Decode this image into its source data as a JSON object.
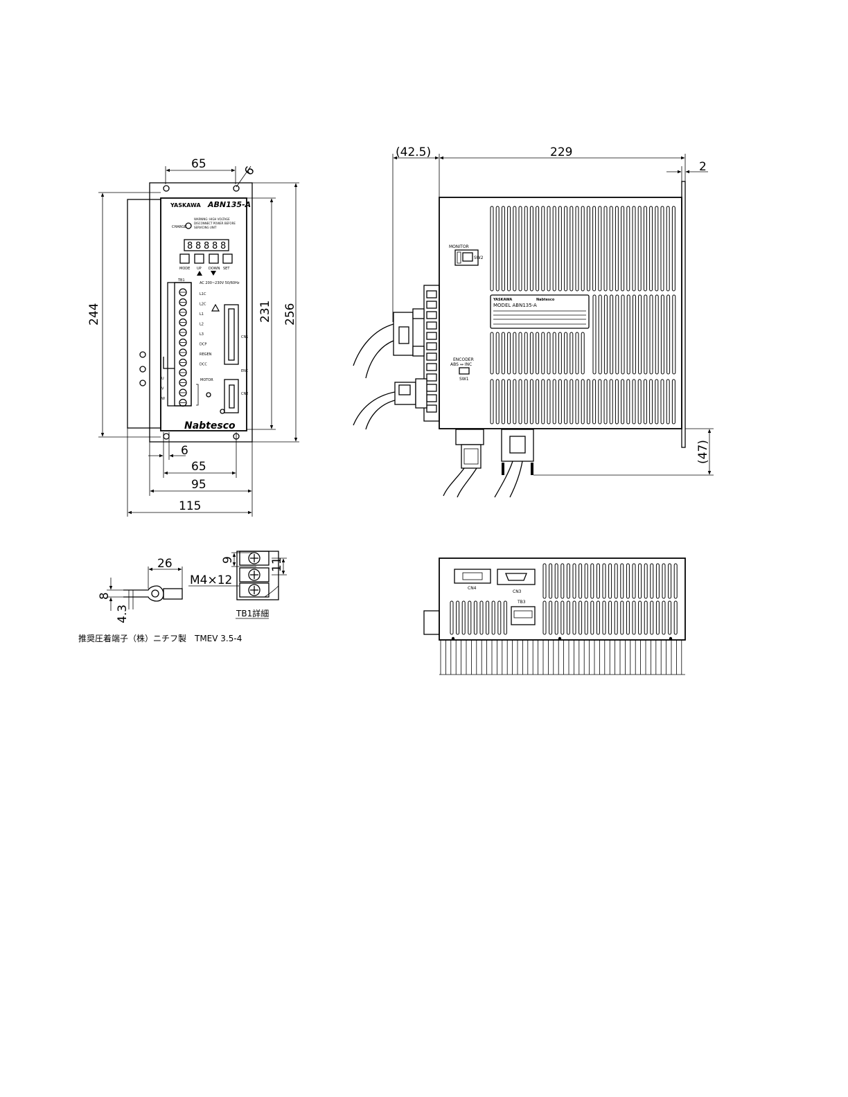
{
  "front_view": {
    "dims": {
      "top_width": "65",
      "hole": "6",
      "height_outer": "244",
      "height_inner": "231",
      "height_total": "256",
      "bottom_hole": "6",
      "bottom_width": "65",
      "width_95": "95",
      "width_115": "115"
    },
    "panel": {
      "brand": "YASKAWA",
      "model": "ABN135-A",
      "charge_label": "CHARGE",
      "note_lines": [
        "WARNING: HIGH VOLTAGE",
        "DISCONNECT POWER BEFORE",
        "SERVICING UNIT"
      ],
      "display_digits": [
        "8",
        "8",
        "8",
        "8",
        "8"
      ],
      "buttons": [
        "MODE",
        "UP",
        "DOWN",
        "SET"
      ],
      "tb_label": "TB1",
      "ac_label": "AC 200~230V 50/60Hz",
      "terminals": [
        "L1C",
        "L2C",
        "L1",
        "L2",
        "L3",
        "DCP",
        "REGEN",
        "DCC",
        "U",
        "V",
        "W"
      ],
      "motor_label": "MOTOR",
      "connector_labels": [
        "CN1",
        "ENC",
        "CN2"
      ],
      "maker": "Nabtesco"
    }
  },
  "side_view": {
    "dims": {
      "left_offset": "(42.5)",
      "depth": "229",
      "flange": "2",
      "bottom_offset": "(47)"
    },
    "labels": {
      "monitor": "MONITOR",
      "sw2": "SW2",
      "encoder": "ENCODER",
      "abs_inc": "ABS ↔ INC",
      "sw1": "SW1",
      "nameplate_model": "MODEL  ABN135-A",
      "nameplate_brand": "Nabtesco"
    }
  },
  "detail_view": {
    "dim_26": "26",
    "dim_8": "8",
    "dim_4_3": "4.3",
    "screw": "M4×12",
    "dim_9": "9",
    "dim_11": "11",
    "tb1_detail": "TB1詳細",
    "note": "推奨圧着端子（株）ニチフ製　TMEV 3.5-4"
  },
  "bottom_view": {
    "labels": {
      "cn4": "CN4",
      "cn3": "CN3",
      "tb3": "TB3"
    }
  }
}
